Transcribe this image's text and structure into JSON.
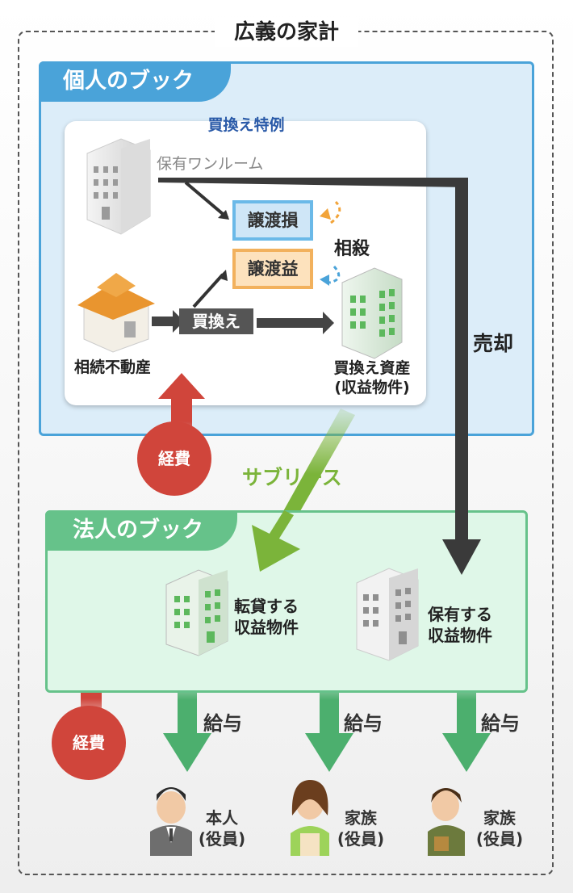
{
  "title": "広義の家計",
  "personal_book": {
    "label": "個人のブック",
    "special_rule": "買換え特例",
    "owned_studio": "保有ワンルーム",
    "transfer_loss": "譲渡損",
    "transfer_gain": "譲渡益",
    "offset": "相殺",
    "inherited_property": "相続不動産",
    "exchange": "買換え",
    "replacement_asset_line1": "買換え資産",
    "replacement_asset_line2": "(収益物件)"
  },
  "flows": {
    "sale": "売却",
    "sublease": "サブリース"
  },
  "corporate_book": {
    "label": "法人のブック",
    "sublet_property_line1": "転貸する",
    "sublet_property_line2": "収益物件",
    "owned_property_line1": "保有する",
    "owned_property_line2": "収益物件"
  },
  "expense_label": "経費",
  "salary_label": "給与",
  "people": [
    {
      "line1": "本人",
      "line2": "(役員)"
    },
    {
      "line1": "家族",
      "line2": "(役員)"
    },
    {
      "line1": "家族",
      "line2": "(役員)"
    }
  ],
  "colors": {
    "personal_accent": "#4aa3d9",
    "corporate_accent": "#66c28a",
    "expense": "#d0453b",
    "sublease_arrow": "#7bb43a",
    "sale_arrow": "#3a3a3a",
    "salary_arrow": "#4caf6e"
  }
}
